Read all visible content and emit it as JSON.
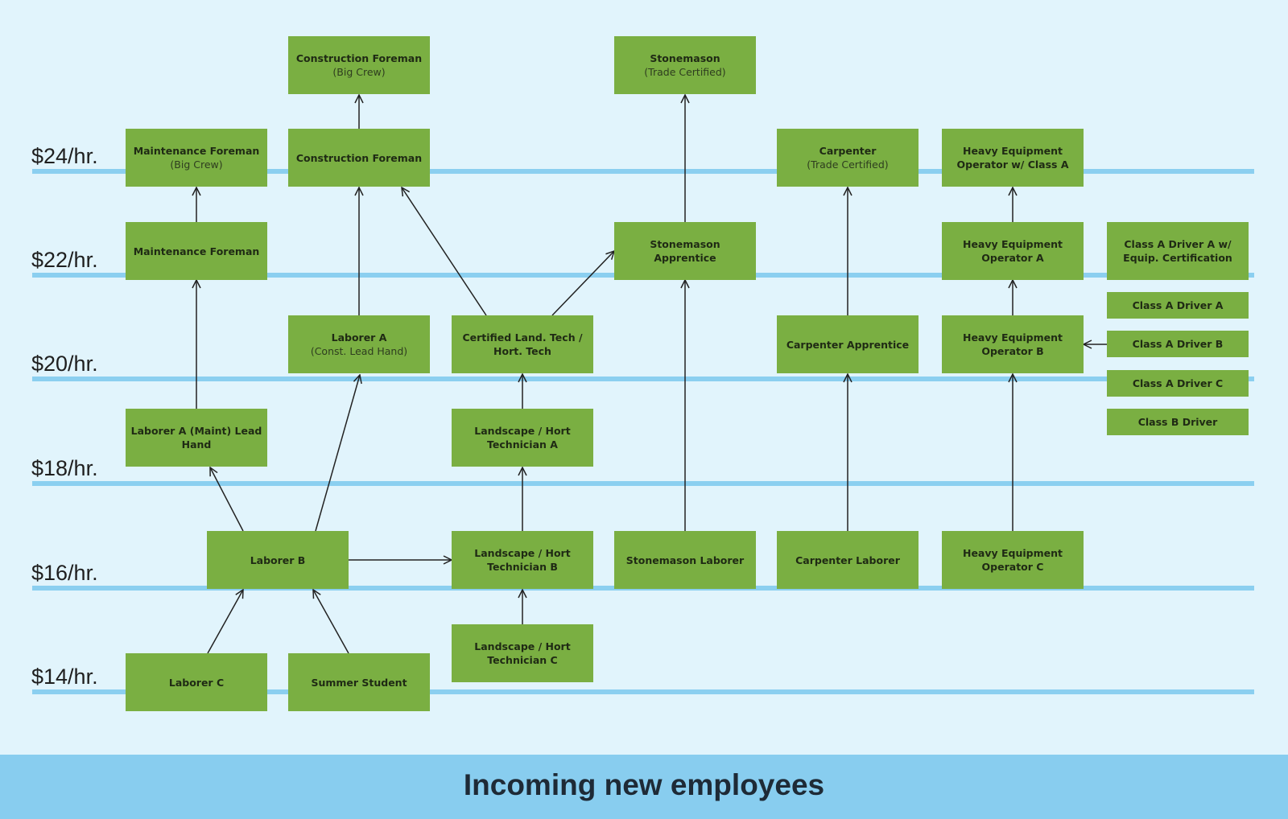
{
  "rates": [
    {
      "id": "r24",
      "label": "$24/hr."
    },
    {
      "id": "r22",
      "label": "$22/hr."
    },
    {
      "id": "r20",
      "label": "$20/hr."
    },
    {
      "id": "r18",
      "label": "$18/hr."
    },
    {
      "id": "r16",
      "label": "$16/hr."
    },
    {
      "id": "r14",
      "label": "$14/hr."
    }
  ],
  "nodes": [
    {
      "id": "construction-foreman-big-crew",
      "title": "Construction Foreman",
      "subtitle": "(Big Crew)"
    },
    {
      "id": "stonemason-trade-certified",
      "title": "Stonemason",
      "subtitle": "(Trade Certified)"
    },
    {
      "id": "maintenance-foreman-big-crew",
      "title": "Maintenance Foreman",
      "subtitle": "(Big Crew)"
    },
    {
      "id": "construction-foreman",
      "title": "Construction Foreman",
      "subtitle": ""
    },
    {
      "id": "carpenter-trade-certified",
      "title": "Carpenter",
      "subtitle": "(Trade Certified)"
    },
    {
      "id": "heavy-equipment-operator-class-a",
      "title": "Heavy Equipment Operator w/ Class A",
      "subtitle": ""
    },
    {
      "id": "maintenance-foreman",
      "title": "Maintenance Foreman",
      "subtitle": ""
    },
    {
      "id": "stonemason-apprentice",
      "title": "Stonemason Apprentice",
      "subtitle": ""
    },
    {
      "id": "heavy-equipment-operator-a",
      "title": "Heavy Equipment Operator A",
      "subtitle": ""
    },
    {
      "id": "class-a-driver-a-equip",
      "title": "Class A Driver A w/ Equip. Certification",
      "subtitle": ""
    },
    {
      "id": "class-a-driver-a",
      "title": "Class A Driver A",
      "subtitle": ""
    },
    {
      "id": "laborer-a-const",
      "title": "Laborer A",
      "subtitle": "(Const. Lead Hand)"
    },
    {
      "id": "certified-land-tech",
      "title": "Certified Land. Tech / Hort. Tech",
      "subtitle": ""
    },
    {
      "id": "carpenter-apprentice",
      "title": "Carpenter Apprentice",
      "subtitle": ""
    },
    {
      "id": "heavy-equipment-operator-b",
      "title": "Heavy Equipment Operator B",
      "subtitle": ""
    },
    {
      "id": "class-a-driver-b",
      "title": "Class A Driver B",
      "subtitle": ""
    },
    {
      "id": "class-a-driver-c",
      "title": "Class A Driver C",
      "subtitle": ""
    },
    {
      "id": "laborer-a-maint",
      "title": "Laborer A (Maint) Lead Hand",
      "subtitle": ""
    },
    {
      "id": "landscape-tech-a",
      "title": "Landscape / Hort Technician A",
      "subtitle": ""
    },
    {
      "id": "class-b-driver",
      "title": "Class B Driver",
      "subtitle": ""
    },
    {
      "id": "laborer-b",
      "title": "Laborer B",
      "subtitle": ""
    },
    {
      "id": "landscape-tech-b",
      "title": "Landscape / Hort Technician B",
      "subtitle": ""
    },
    {
      "id": "stonemason-laborer",
      "title": "Stonemason Laborer",
      "subtitle": ""
    },
    {
      "id": "carpenter-laborer",
      "title": "Carpenter Laborer",
      "subtitle": ""
    },
    {
      "id": "heavy-equipment-operator-c",
      "title": "Heavy Equipment Operator C",
      "subtitle": ""
    },
    {
      "id": "landscape-tech-c",
      "title": "Landscape / Hort Technician C",
      "subtitle": ""
    },
    {
      "id": "laborer-c",
      "title": "Laborer C",
      "subtitle": ""
    },
    {
      "id": "summer-student",
      "title": "Summer Student",
      "subtitle": ""
    }
  ],
  "edges": [
    {
      "from": "construction-foreman",
      "to": "construction-foreman-big-crew"
    },
    {
      "from": "stonemason-apprentice",
      "to": "stonemason-trade-certified"
    },
    {
      "from": "maintenance-foreman",
      "to": "maintenance-foreman-big-crew"
    },
    {
      "from": "laborer-a-const",
      "to": "construction-foreman"
    },
    {
      "from": "certified-land-tech",
      "to": "construction-foreman"
    },
    {
      "from": "certified-land-tech",
      "to": "stonemason-apprentice"
    },
    {
      "from": "stonemason-laborer",
      "to": "stonemason-apprentice"
    },
    {
      "from": "carpenter-apprentice",
      "to": "carpenter-trade-certified"
    },
    {
      "from": "heavy-equipment-operator-a",
      "to": "heavy-equipment-operator-class-a"
    },
    {
      "from": "heavy-equipment-operator-b",
      "to": "heavy-equipment-operator-a"
    },
    {
      "from": "class-a-driver-b",
      "to": "heavy-equipment-operator-b"
    },
    {
      "from": "laborer-a-maint",
      "to": "maintenance-foreman"
    },
    {
      "from": "laborer-b",
      "to": "laborer-a-maint"
    },
    {
      "from": "laborer-b",
      "to": "laborer-a-const"
    },
    {
      "from": "laborer-b",
      "to": "landscape-tech-b"
    },
    {
      "from": "landscape-tech-a",
      "to": "certified-land-tech"
    },
    {
      "from": "landscape-tech-b",
      "to": "landscape-tech-a"
    },
    {
      "from": "landscape-tech-c",
      "to": "landscape-tech-b"
    },
    {
      "from": "carpenter-laborer",
      "to": "carpenter-apprentice"
    },
    {
      "from": "heavy-equipment-operator-c",
      "to": "heavy-equipment-operator-b"
    },
    {
      "from": "laborer-c",
      "to": "laborer-b"
    },
    {
      "from": "summer-student",
      "to": "laborer-b"
    }
  ],
  "footer": {
    "text": "Incoming new employees"
  },
  "colors": {
    "box": "#7aaf42",
    "rate_line": "#8bcff0",
    "background": "#e1f4fc",
    "footer": "#88cdef",
    "arrow": "#222222"
  }
}
